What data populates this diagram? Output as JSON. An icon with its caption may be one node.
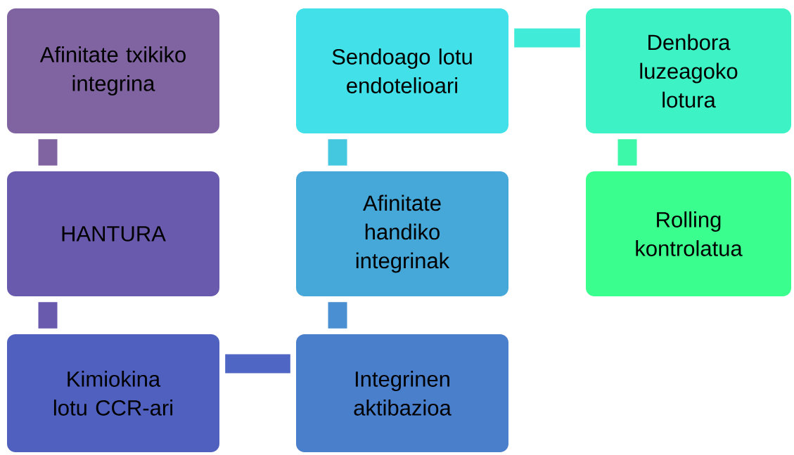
{
  "diagram": {
    "nodes": [
      {
        "text": [
          "Afinitate txikiko integrina"
        ]
      },
      {
        "text": [
          "HANTURA"
        ]
      },
      {
        "text": [
          "Kimiokina lotu CCR-ari"
        ]
      },
      {
        "text": [
          "Integrinen aktibazioa"
        ]
      },
      {
        "text": [
          "Afinitate handiko integrinak"
        ]
      },
      {
        "text": [
          "Sendoago lotu endotelioari"
        ]
      },
      {
        "text": [
          "Denbora luzeagoko lotura"
        ]
      },
      {
        "text": [
          "Rolling kontrolatua"
        ]
      }
    ],
    "edges": [
      {
        "from": 0,
        "to": 1,
        "arrow": "none",
        "color": "#8064a2"
      },
      {
        "from": 1,
        "to": 2,
        "arrow": "none",
        "color": "#6a5aad"
      },
      {
        "from": 2,
        "to": 3,
        "arrow": "none",
        "color": "#5066c4"
      },
      {
        "from": 3,
        "to": 4,
        "arrow": "none",
        "color": "#4a8fd2"
      },
      {
        "from": 4,
        "to": 5,
        "arrow": "none",
        "color": "#43c8e0"
      },
      {
        "from": 5,
        "to": 6,
        "arrow": "none",
        "color": "#40ecd8"
      },
      {
        "from": 6,
        "to": 7,
        "arrow": "none",
        "color": "#3cf8a8"
      }
    ]
  }
}
